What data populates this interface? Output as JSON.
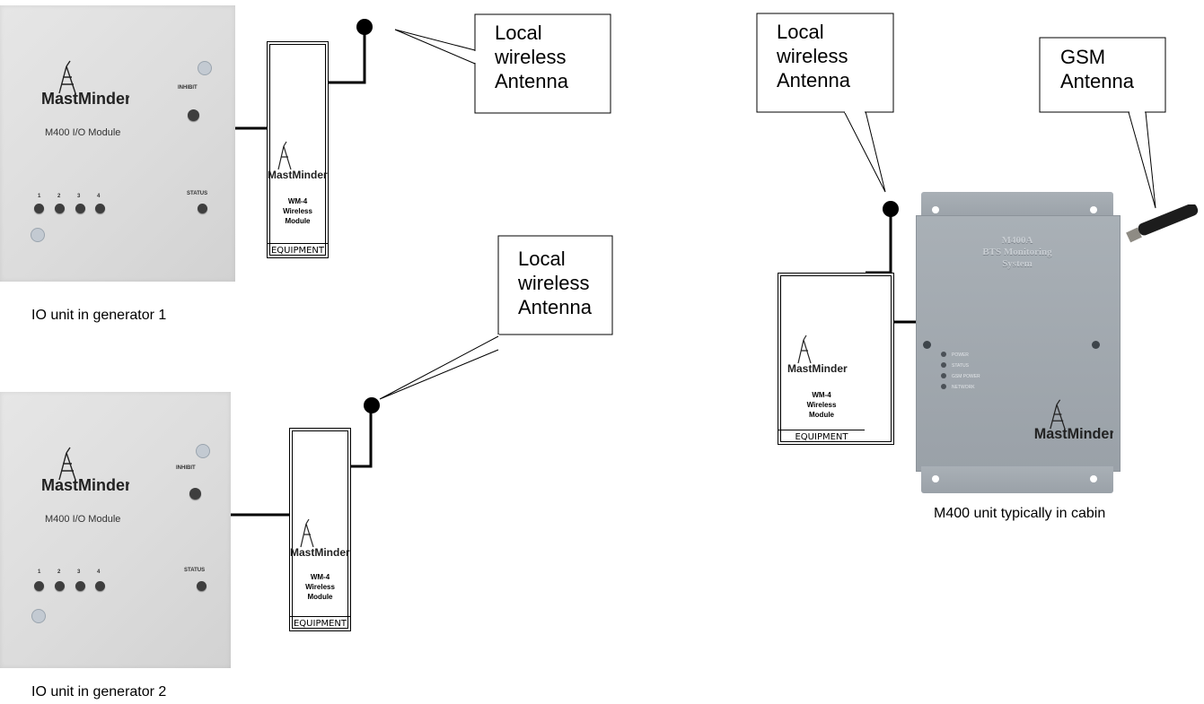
{
  "io_units": [
    {
      "title": "M400 I/O Module",
      "inhibit_label": "INHIBIT",
      "status_label": "STATUS",
      "led_numbers": [
        "1",
        "2",
        "3",
        "4"
      ],
      "caption": "IO unit in generator 1"
    },
    {
      "title": "M400 I/O Module",
      "inhibit_label": "INHIBIT",
      "status_label": "STATUS",
      "led_numbers": [
        "1",
        "2",
        "3",
        "4"
      ],
      "caption": "IO unit in generator 2"
    }
  ],
  "wireless_modules": [
    {
      "line1": "WM-4",
      "line2": "Wireless",
      "line3": "Module",
      "equipment": "EQUIPMENT"
    },
    {
      "line1": "WM-4",
      "line2": "Wireless",
      "line3": "Module",
      "equipment": "EQUIPMENT"
    },
    {
      "line1": "WM-4",
      "line2": "Wireless",
      "line3": "Module",
      "equipment": "EQUIPMENT"
    }
  ],
  "callouts": [
    {
      "line1": "Local",
      "line2": "wireless",
      "line3": "Antenna"
    },
    {
      "line1": "Local",
      "line2": "wireless",
      "line3": "Antenna"
    },
    {
      "line1": "Local",
      "line2": "wireless",
      "line3": "Antenna"
    },
    {
      "line1": "GSM",
      "line2": "Antenna"
    }
  ],
  "m400_unit": {
    "title_line1": "M400A",
    "title_line2": "BTS Monitoring",
    "title_line3": "System",
    "led_labels": [
      "POWER",
      "STATUS",
      "GSM POWER",
      "NETWORK"
    ],
    "caption": "M400 unit typically in cabin"
  },
  "colors": {
    "line": "#000000",
    "panel": "#dedede",
    "m400_body": "#a1a8ae"
  }
}
